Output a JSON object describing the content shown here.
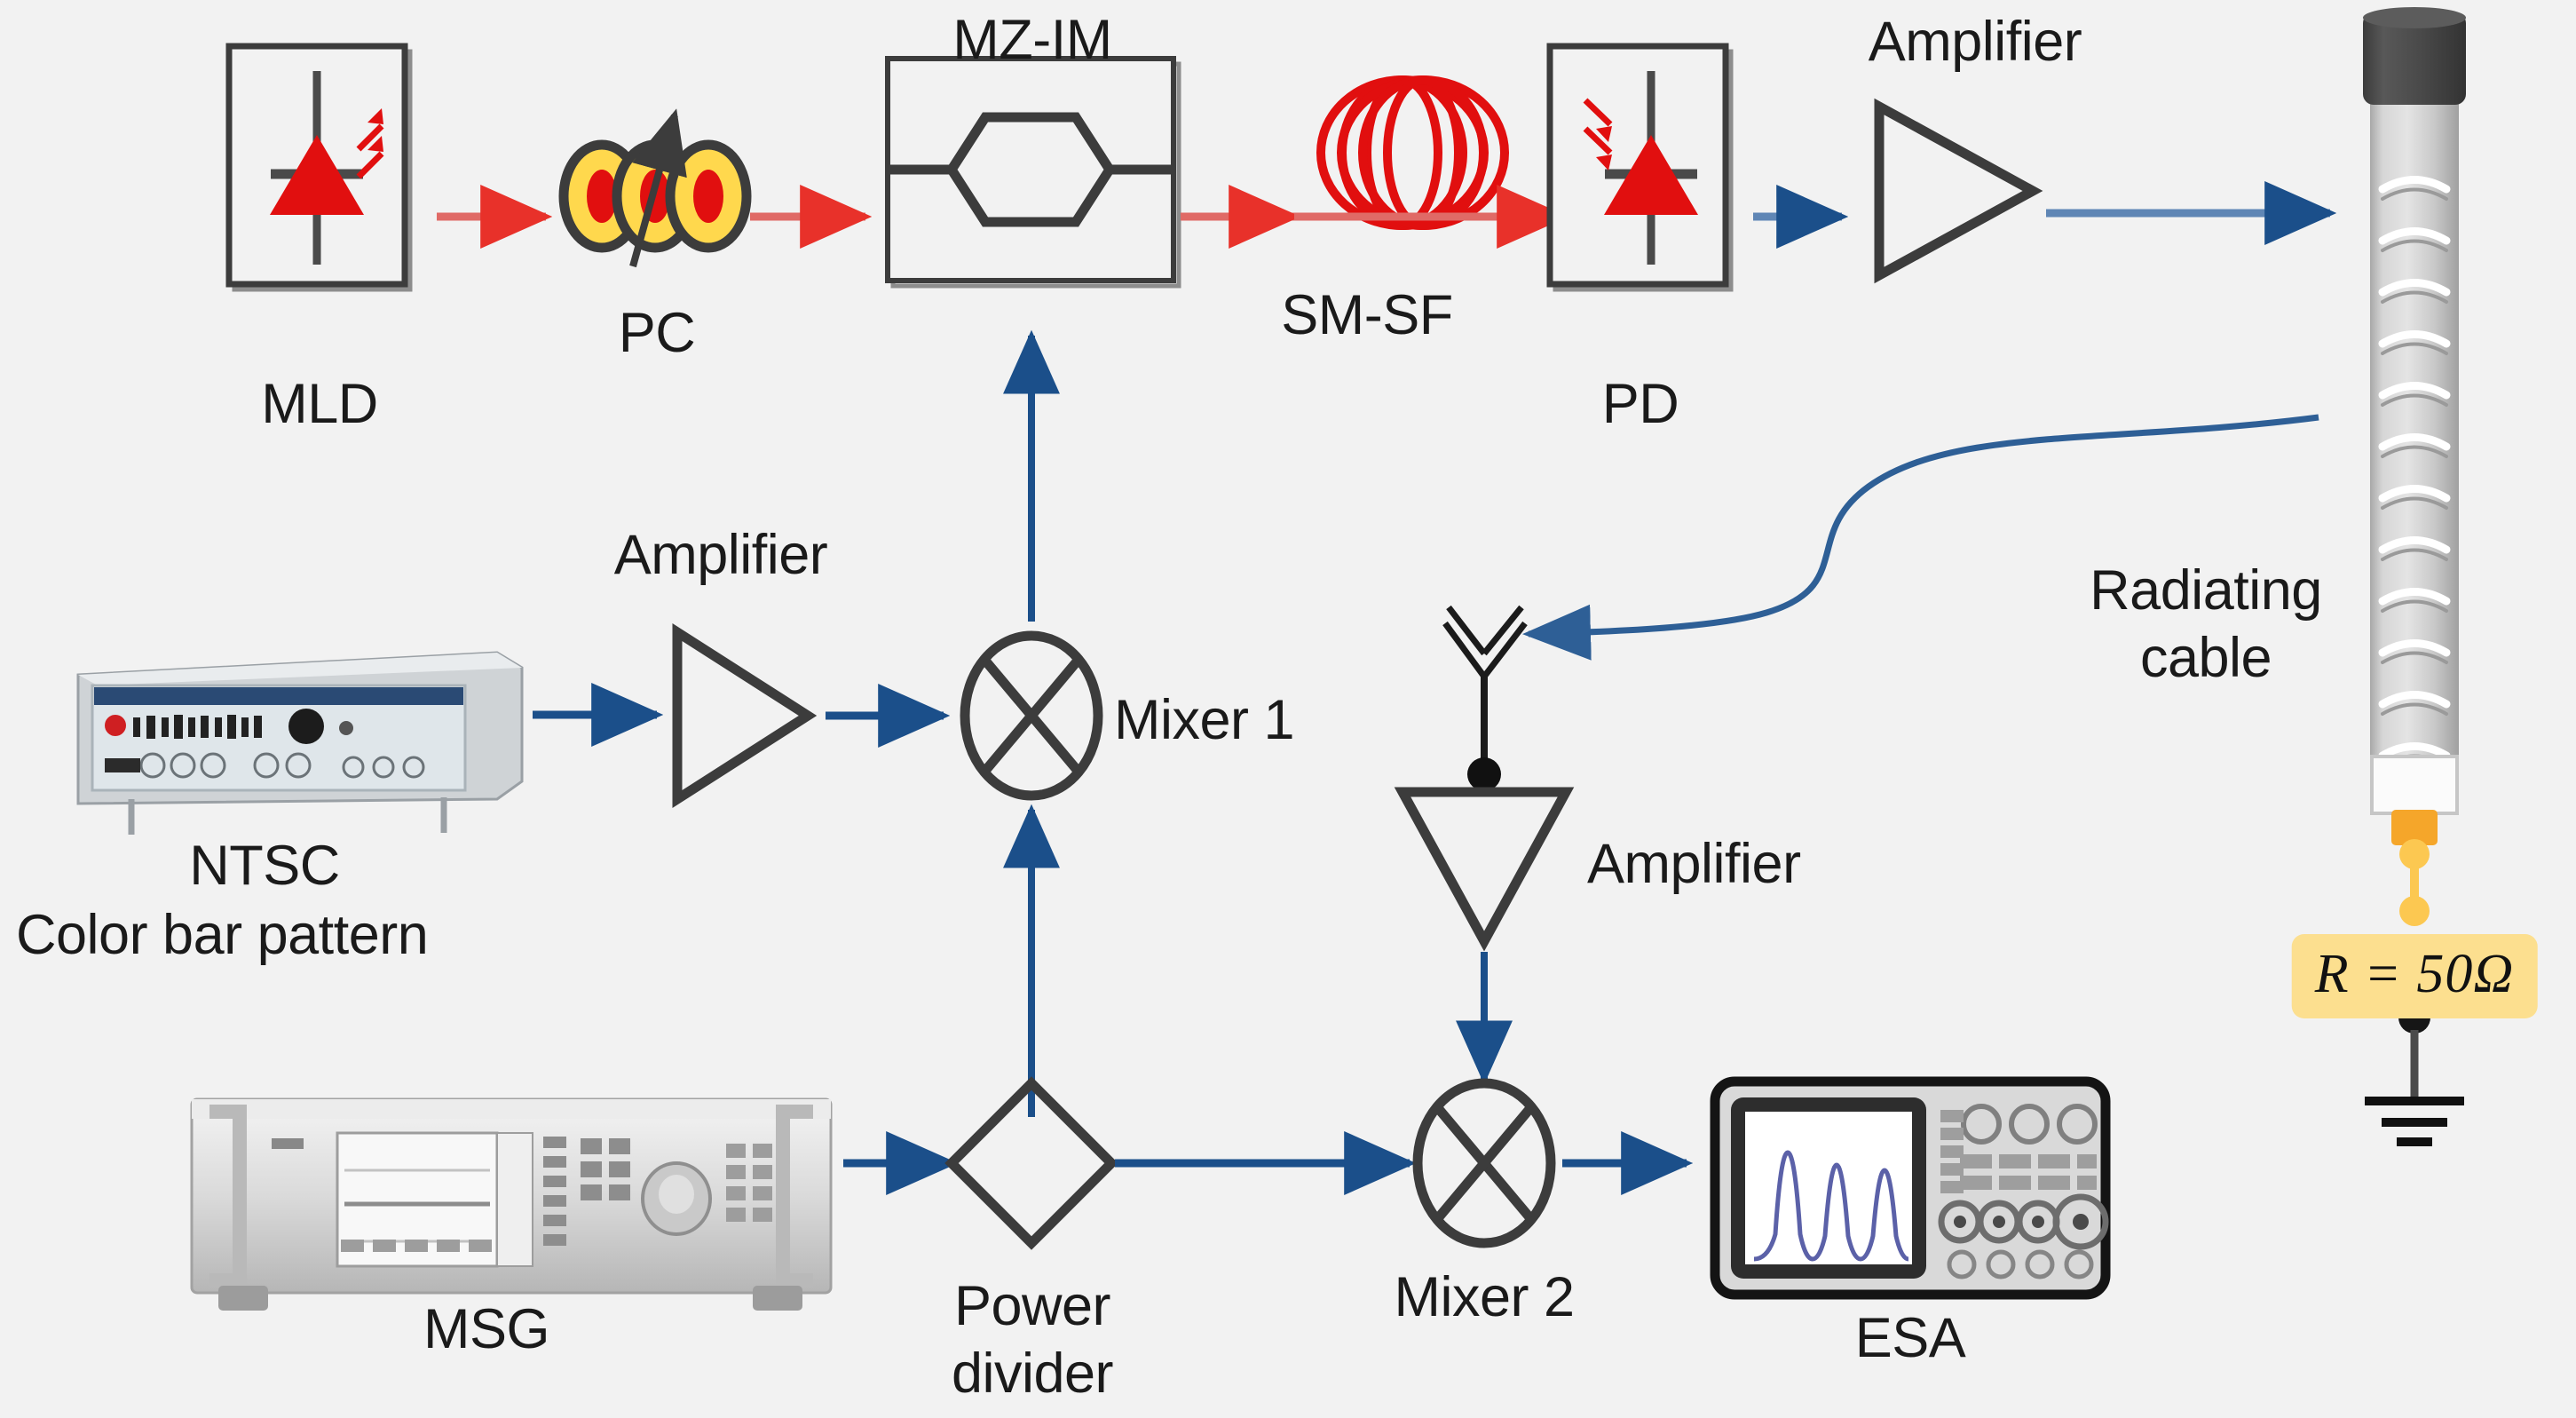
{
  "figure": {
    "title": "Radio-over-fiber NTSC video transmission experimental setup with radiating cable",
    "background_color": "#f2f2f2",
    "optical_path_color": "#e8312a",
    "electrical_path_color": "#1b4f8a",
    "component_outline_color": "#3c3c3c",
    "highlight_color": "#fcdf8f"
  },
  "labels": {
    "mld": "MLD",
    "pc": "PC",
    "mzim": "MZ-IM",
    "smsf": "SM-SF",
    "pd": "PD",
    "amp_top": "Amplifier",
    "amp_mid": "Amplifier",
    "amp_rx": "Amplifier",
    "radiating_cable_l1": "Radiating",
    "radiating_cable_l2": "cable",
    "resistor": "R = 50Ω",
    "ntsc_l1": "NTSC",
    "ntsc_l2": "Color bar pattern",
    "mixer1": "Mixer 1",
    "msg": "MSG",
    "power_divider_l1": "Power",
    "power_divider_l2": "divider",
    "mixer2": "Mixer 2",
    "esa": "ESA"
  },
  "components": [
    {
      "id": "mld",
      "name": "Mode-Locked Laser Diode",
      "label": "MLD",
      "symbol": "laser-diode-box"
    },
    {
      "id": "pc",
      "name": "Polarization Controller",
      "label": "PC",
      "symbol": "three-loop-paddles"
    },
    {
      "id": "mzim",
      "name": "Mach-Zehnder Intensity Modulator",
      "label": "MZ-IM",
      "symbol": "mz-interferometer-box"
    },
    {
      "id": "smsf",
      "name": "Single-Mode Standard Fiber",
      "label": "SM-SF",
      "symbol": "fiber-spool"
    },
    {
      "id": "pd",
      "name": "Photodetector",
      "label": "PD",
      "symbol": "photodiode-box"
    },
    {
      "id": "amp-top",
      "name": "RF Amplifier (transmit)",
      "label": "Amplifier",
      "symbol": "triangle-right"
    },
    {
      "id": "radiating-cable",
      "name": "Radiating Cable",
      "label": "Radiating cable",
      "symbol": "leaky-coax"
    },
    {
      "id": "terminator",
      "name": "Terminating Resistor",
      "label": "R = 50Ω",
      "symbol": "resistor-ground"
    },
    {
      "id": "ntsc",
      "name": "NTSC Color Bar Pattern Generator",
      "label": "NTSC Color bar pattern",
      "symbol": "benchtop-generator"
    },
    {
      "id": "amp-mid",
      "name": "RF Amplifier (baseband)",
      "label": "Amplifier",
      "symbol": "triangle-right"
    },
    {
      "id": "mixer1",
      "name": "Mixer 1",
      "label": "Mixer 1",
      "symbol": "mixer-circle-x"
    },
    {
      "id": "msg",
      "name": "Microwave Signal Generator",
      "label": "MSG",
      "symbol": "rack-signal-generator"
    },
    {
      "id": "power-divider",
      "name": "Power Divider",
      "label": "Power divider",
      "symbol": "diamond"
    },
    {
      "id": "antenna",
      "name": "Receiving Antenna",
      "label": "",
      "symbol": "whip-antenna"
    },
    {
      "id": "amp-rx",
      "name": "RF Amplifier (receive)",
      "label": "Amplifier",
      "symbol": "triangle-down"
    },
    {
      "id": "mixer2",
      "name": "Mixer 2",
      "label": "Mixer 2",
      "symbol": "mixer-circle-x"
    },
    {
      "id": "esa",
      "name": "Electrical Spectrum Analyzer",
      "label": "ESA",
      "symbol": "spectrum-analyzer"
    }
  ],
  "connections": [
    {
      "from": "mld",
      "to": "pc",
      "type": "optical"
    },
    {
      "from": "pc",
      "to": "mzim",
      "type": "optical"
    },
    {
      "from": "mzim",
      "to": "smsf",
      "type": "optical"
    },
    {
      "from": "smsf",
      "to": "pd",
      "type": "optical"
    },
    {
      "from": "pd",
      "to": "amp-top",
      "type": "electrical"
    },
    {
      "from": "amp-top",
      "to": "radiating-cable",
      "type": "electrical"
    },
    {
      "from": "ntsc",
      "to": "amp-mid",
      "type": "electrical"
    },
    {
      "from": "amp-mid",
      "to": "mixer1",
      "type": "electrical"
    },
    {
      "from": "power-divider",
      "to": "mixer1",
      "type": "electrical"
    },
    {
      "from": "mixer1",
      "to": "mzim",
      "type": "electrical"
    },
    {
      "from": "msg",
      "to": "power-divider",
      "type": "electrical"
    },
    {
      "from": "power-divider",
      "to": "mixer2",
      "type": "electrical"
    },
    {
      "from": "radiating-cable",
      "to": "antenna",
      "type": "wireless"
    },
    {
      "from": "antenna",
      "to": "amp-rx",
      "type": "electrical"
    },
    {
      "from": "amp-rx",
      "to": "mixer2",
      "type": "electrical"
    },
    {
      "from": "mixer2",
      "to": "esa",
      "type": "electrical"
    }
  ]
}
